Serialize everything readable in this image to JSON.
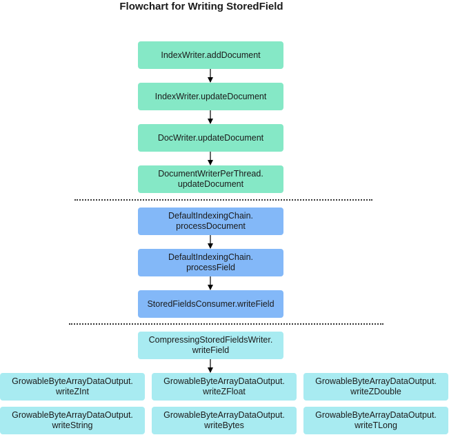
{
  "title": "Flowchart for Writing StoredField",
  "colors": {
    "index_stage": "#85e8c6",
    "chain_stage": "#83b8f8",
    "writer_stage": "#a8ebf1",
    "arrow": "#000000",
    "separator": "#333333"
  },
  "nodes": {
    "index_writer_add": "IndexWriter.addDocument",
    "index_writer_update": "IndexWriter.updateDocument",
    "doc_writer_update": "DocWriter.updateDocument",
    "dwpt_update": [
      "DocumentWriterPerThread.",
      "updateDocument"
    ],
    "chain_process_document": [
      "DefaultIndexingChain.",
      "processDocument"
    ],
    "chain_process_field": [
      "DefaultIndexingChain.",
      "processField"
    ],
    "stored_fields_consumer": "StoredFieldsConsumer.writeField",
    "compressing_writer": [
      "CompressingStoredFieldsWriter.",
      "writeField"
    ],
    "gbado_write_zint": [
      "GrowableByteArrayDataOutput.",
      "writeZInt"
    ],
    "gbado_write_zfloat": [
      "GrowableByteArrayDataOutput.",
      "writeZFloat"
    ],
    "gbado_write_zdouble": [
      "GrowableByteArrayDataOutput.",
      "writeZDouble"
    ],
    "gbado_write_string": [
      "GrowableByteArrayDataOutput.",
      "writeString"
    ],
    "gbado_write_bytes": [
      "GrowableByteArrayDataOutput.",
      "writeBytes"
    ],
    "gbado_write_tlong": [
      "GrowableByteArrayDataOutput.",
      "writeTLong"
    ]
  },
  "edges": [
    [
      "index_writer_add",
      "index_writer_update"
    ],
    [
      "index_writer_update",
      "doc_writer_update"
    ],
    [
      "doc_writer_update",
      "dwpt_update"
    ],
    [
      "chain_process_document",
      "chain_process_field"
    ],
    [
      "chain_process_field",
      "stored_fields_consumer"
    ],
    [
      "compressing_writer",
      "gbado_write_zfloat"
    ]
  ]
}
